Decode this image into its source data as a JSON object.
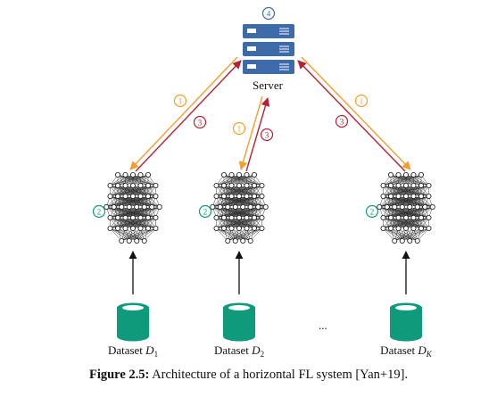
{
  "server": {
    "label": "Server",
    "step": "4"
  },
  "steps": {
    "one": "1",
    "two": "2",
    "three": "3"
  },
  "datasets": [
    {
      "label": "Dataset",
      "var": "D",
      "sub": "1"
    },
    {
      "label": "Dataset",
      "var": "D",
      "sub": "2"
    },
    {
      "label": "Dataset",
      "var": "D",
      "sub": "K"
    }
  ],
  "ellipsis": "...",
  "caption": {
    "prefix": "Figure 2.5:",
    "text": "Architecture of a horizontal FL system [Yan+19]."
  },
  "colors": {
    "server": "#3d6aa8",
    "dataset": "#0f9a7b",
    "step1": "#f0a030",
    "step2": "#0f9a7b",
    "step3": "#b22234",
    "step4": "#3d6aa8"
  }
}
